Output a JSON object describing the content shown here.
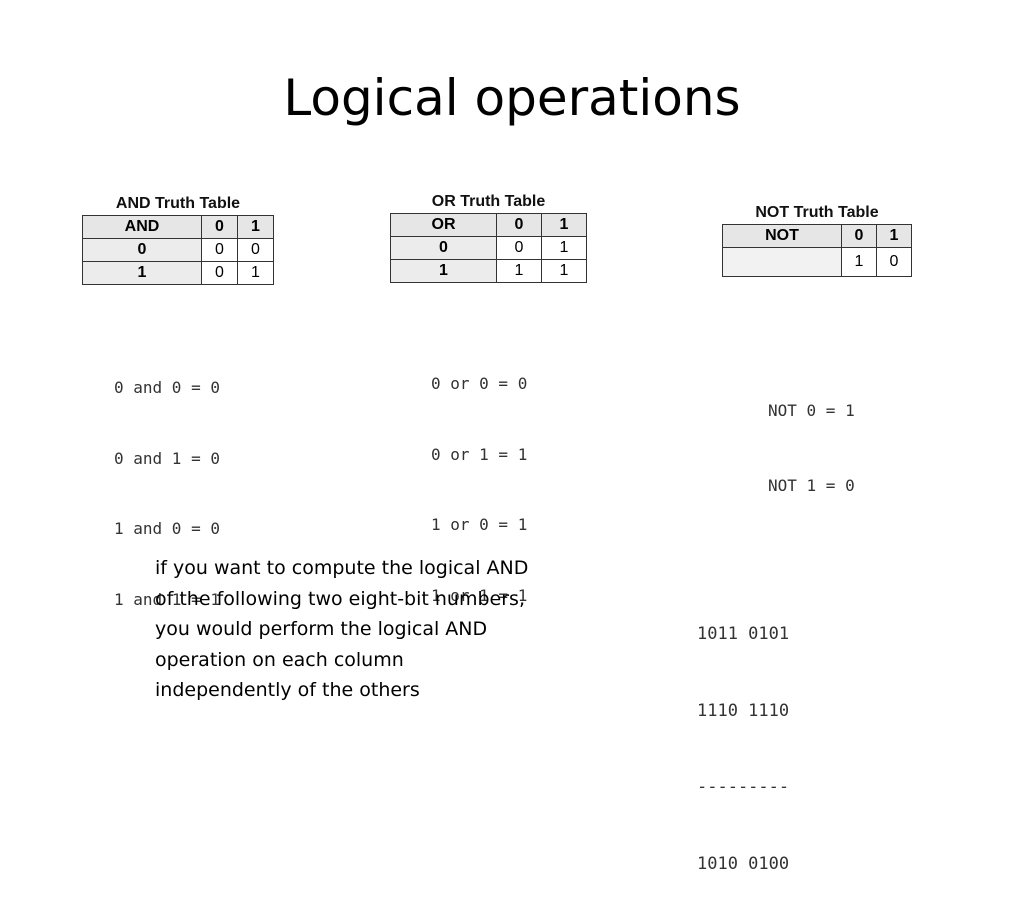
{
  "slide": {
    "title": "Logical operations"
  },
  "and_table": {
    "caption": "AND Truth Table",
    "header": [
      "AND",
      "0",
      "1"
    ],
    "rows": [
      [
        "0",
        "0",
        "0"
      ],
      [
        "1",
        "0",
        "1"
      ]
    ],
    "lines": [
      "0 and 0 = 0",
      "0 and 1 = 0",
      "1 and 0 = 0",
      "1 and 1 = 1"
    ]
  },
  "or_table": {
    "caption": "OR Truth Table",
    "header": [
      "OR",
      "0",
      "1"
    ],
    "rows": [
      [
        "0",
        "0",
        "1"
      ],
      [
        "1",
        "1",
        "1"
      ]
    ],
    "lines": [
      "0 or 0 = 0",
      "0 or 1 = 1",
      "1 or 0 = 1",
      "1 or 1 = 1"
    ]
  },
  "not_table": {
    "caption": "NOT Truth Table",
    "header": [
      "NOT",
      "0",
      "1"
    ],
    "rows": [
      [
        "",
        "1",
        "0"
      ]
    ],
    "lines": [
      "NOT 0 = 1",
      "NOT 1 = 0"
    ]
  },
  "explanation": {
    "lines": [
      "if you want to compute the logical AND",
      "of the following two eight-bit numbers,",
      "you would perform the logical AND",
      "operation on each column",
      "independently of the others"
    ]
  },
  "binary_example": {
    "lines": [
      "1011 0101",
      "1110 1110",
      "---------",
      "1010 0100"
    ]
  }
}
